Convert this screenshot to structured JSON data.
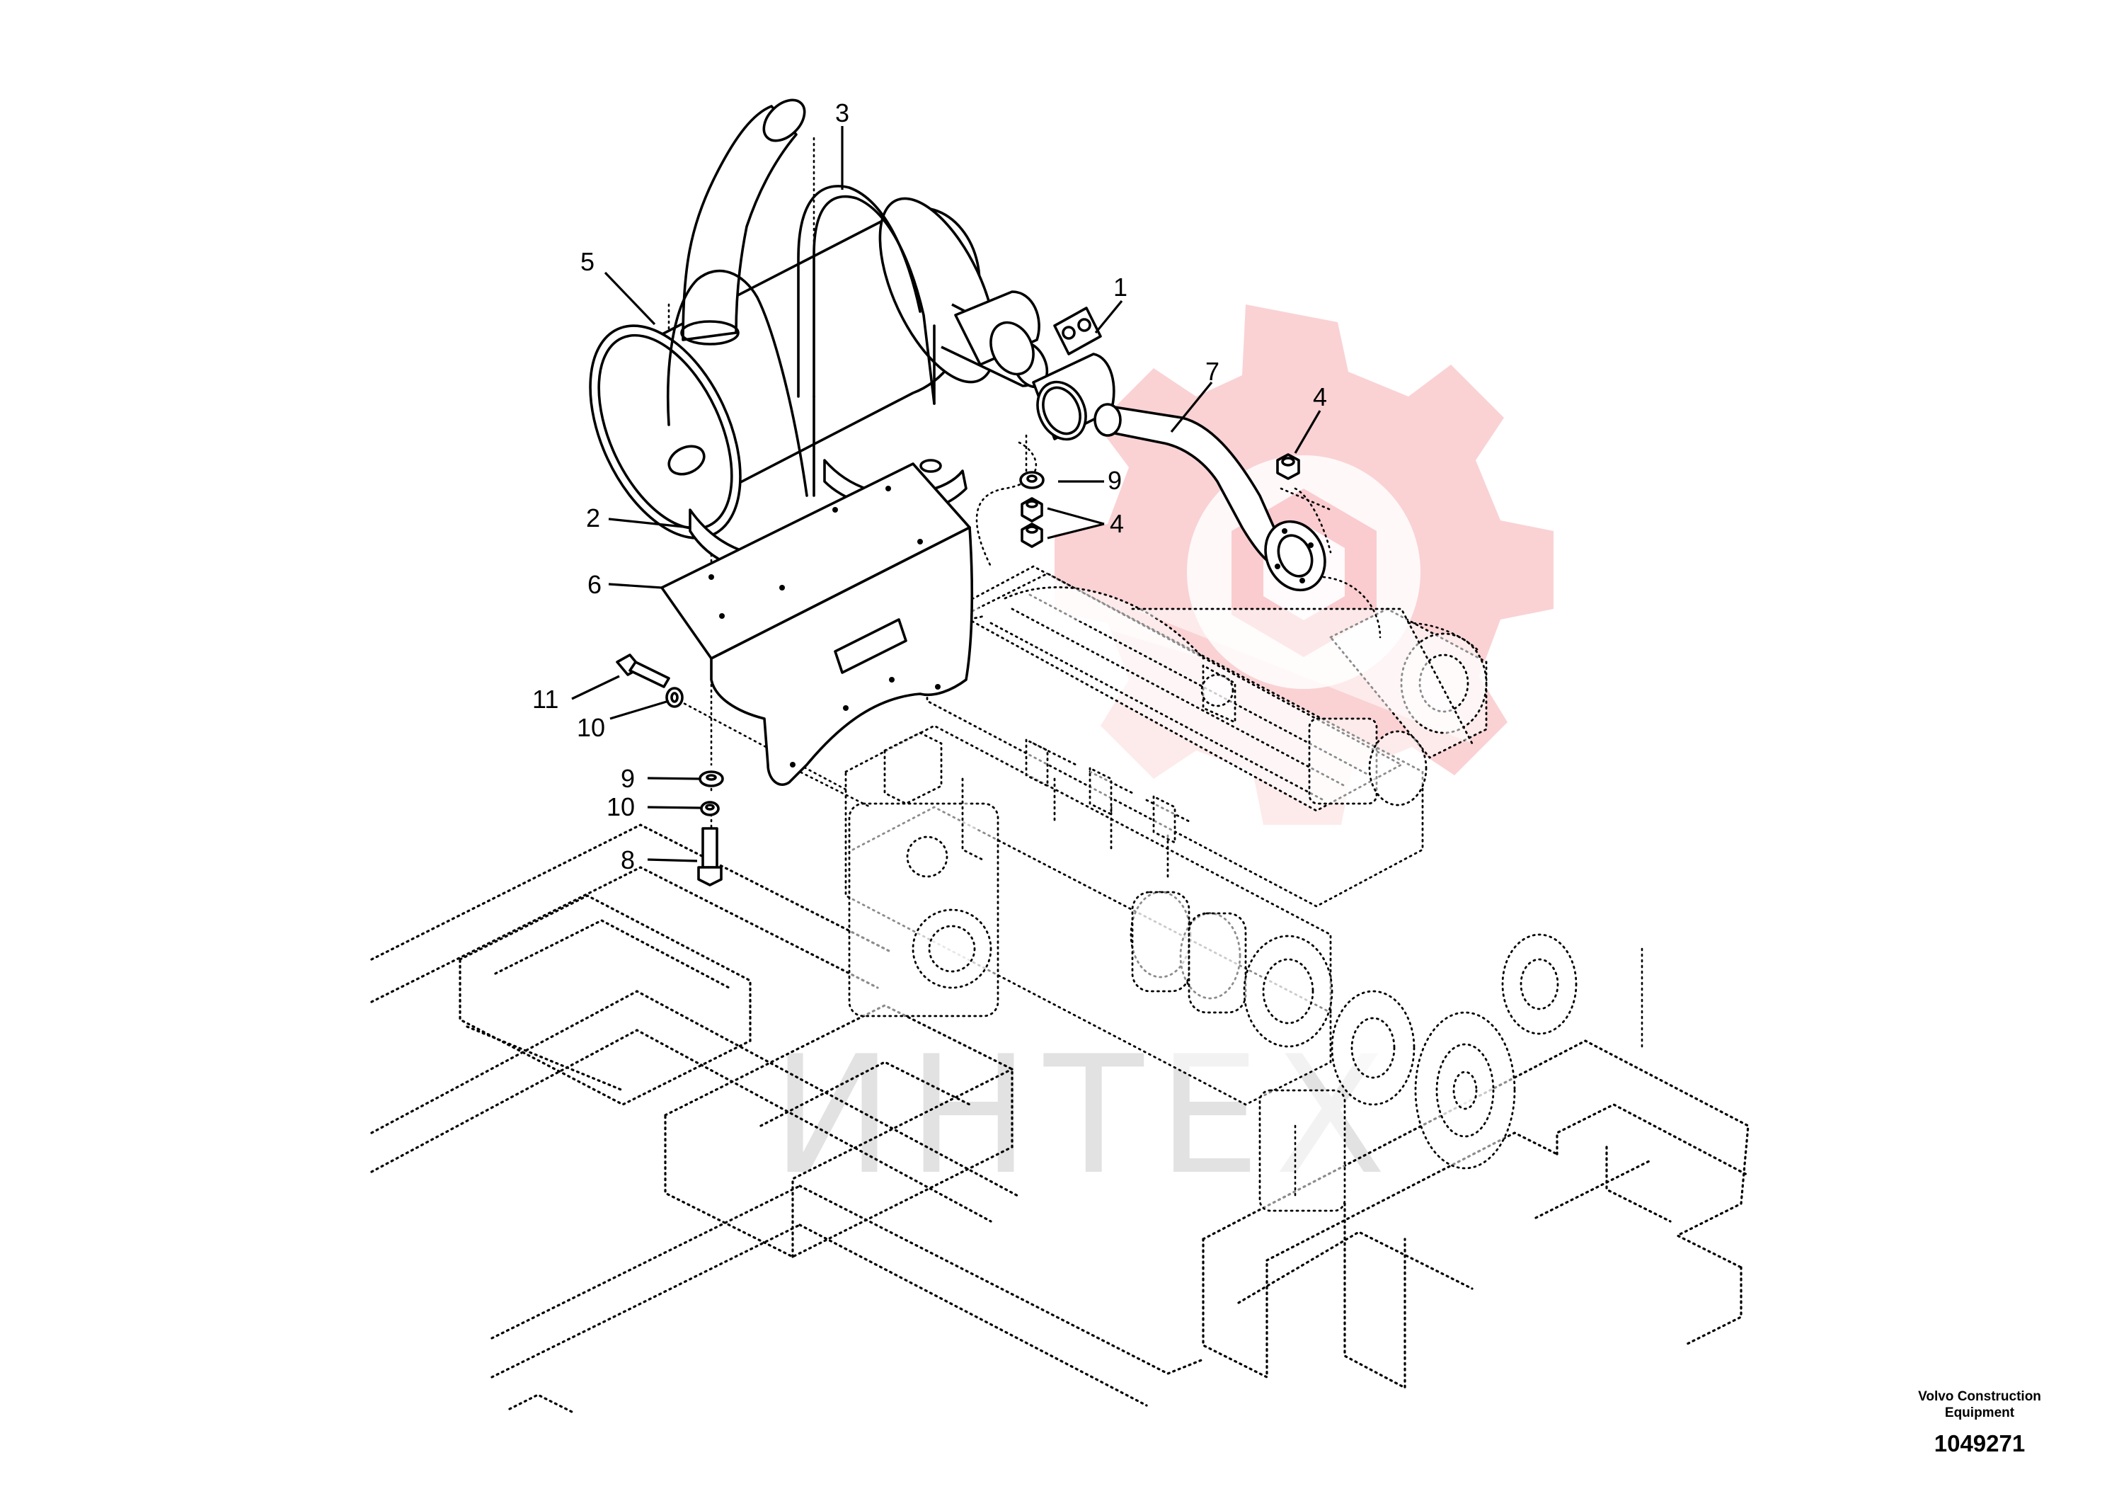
{
  "callouts": {
    "c1": "1",
    "c2": "2",
    "c3": "3",
    "c4a": "4",
    "c4b": "4",
    "c5": "5",
    "c6": "6",
    "c7": "7",
    "c8": "8",
    "c9a": "9",
    "c9b": "9",
    "c10a": "10",
    "c10b": "10",
    "c11": "11"
  },
  "brand": {
    "line1": "Volvo Construction",
    "line2": "Equipment"
  },
  "doc_number": "1049271",
  "watermark": {
    "text": "ИНТЕХ",
    "logo_color": "#e41e26"
  }
}
